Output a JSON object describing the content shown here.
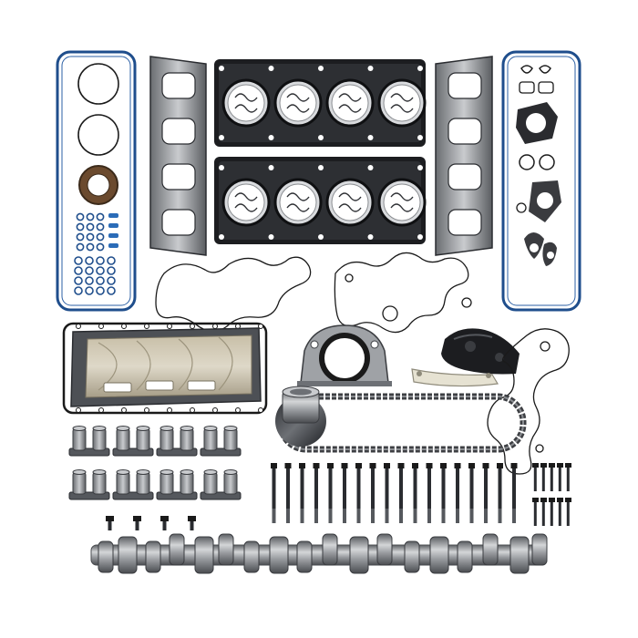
{
  "photo": {
    "background_color": "#ffffff",
    "gasket_blue": "#1f4e8c",
    "steel_gray": "#8a8d91",
    "dark_steel": "#3a3c40",
    "gasket_black": "#1a1a1a",
    "seal_brown": "#6b4a2e"
  },
  "parts": [
    "valve-cover-gasket-left",
    "valve-cover-gasket-right",
    "exhaust-manifold-gasket-left",
    "exhaust-manifold-gasket-right",
    "cylinder-head-gasket-upper",
    "cylinder-head-gasket-lower",
    "timing-cover-gasket",
    "water-pump-gasket",
    "oil-pan",
    "oil-pan-gasket",
    "rear-main-seal",
    "timing-chain-tensioner",
    "timing-chain-guide",
    "timing-chain",
    "cam-sprocket",
    "intake-gasket",
    "lifters",
    "head-bolts",
    "short-bolts",
    "oil-pan-bolts",
    "camshaft"
  ]
}
